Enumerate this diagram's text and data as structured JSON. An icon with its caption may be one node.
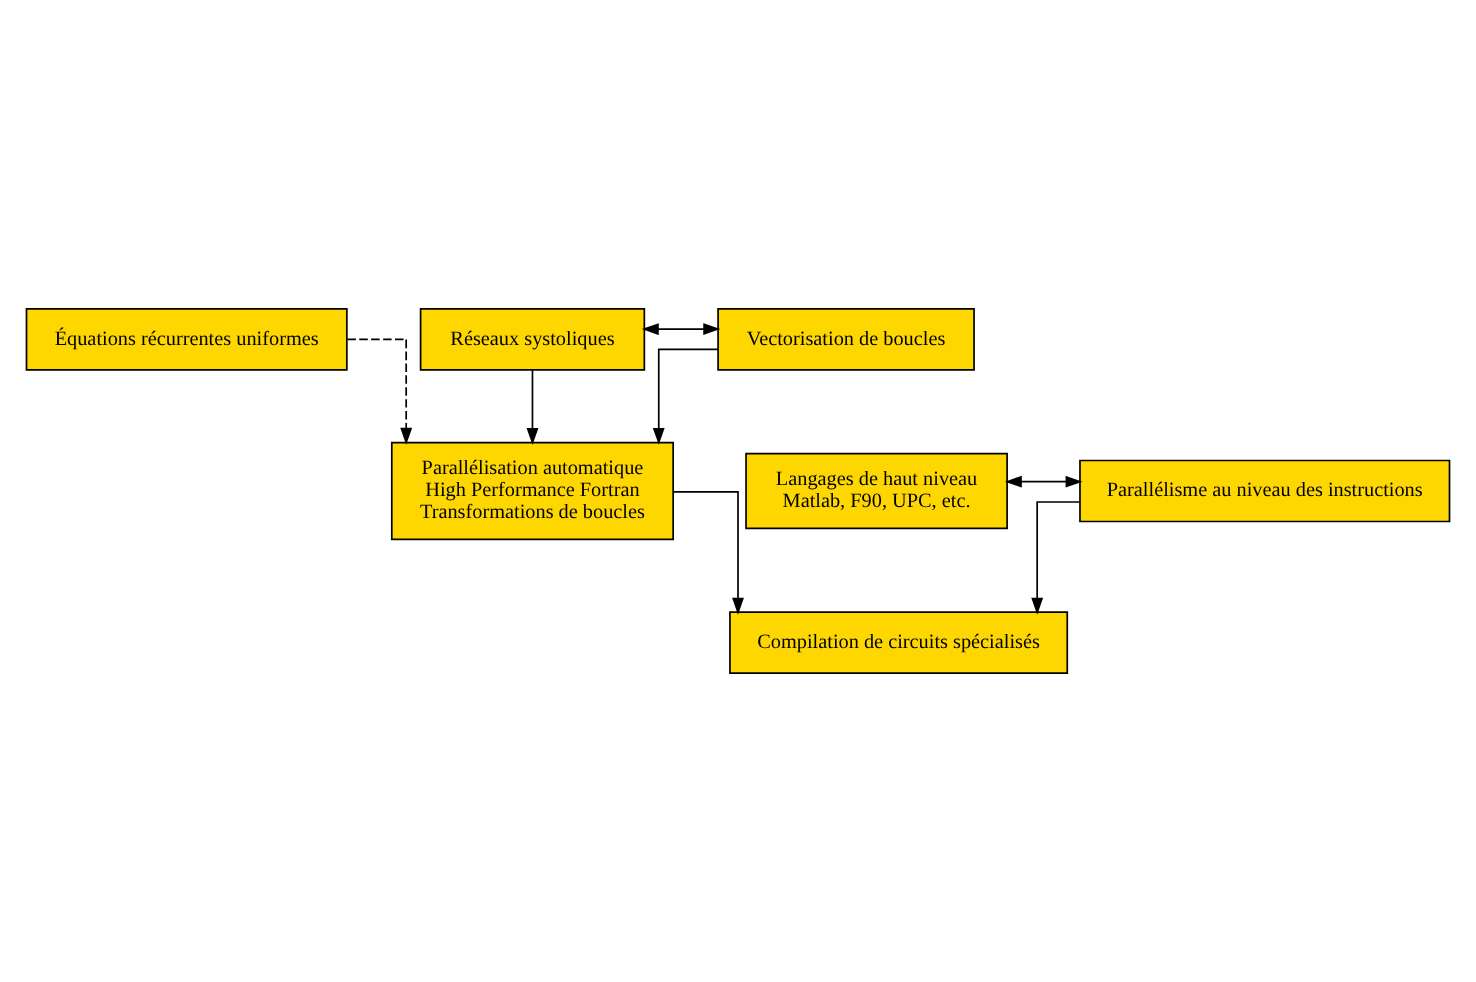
{
  "diagram": {
    "nodes": [
      {
        "text": [
          "Équations récurrentes uniformes"
        ]
      },
      {
        "text": [
          "Réseaux systoliques"
        ]
      },
      {
        "text": [
          "Vectorisation de boucles"
        ]
      },
      {
        "text": [
          "Parallélisation automatique",
          "High Performance Fortran",
          "Transformations de boucles"
        ]
      },
      {
        "text": [
          "Langages de haut niveau",
          "Matlab, F90, UPC, etc."
        ]
      },
      {
        "text": [
          "Parallélisme au niveau des instructions"
        ]
      },
      {
        "text": [
          "Compilation de circuits spécialisés"
        ]
      }
    ],
    "edges": [
      {
        "from": 1,
        "to": 2,
        "arrow": "both"
      },
      {
        "from": 0,
        "to": 3,
        "arrow": "to",
        "style": "dashed"
      },
      {
        "from": 1,
        "to": 3,
        "arrow": "to"
      },
      {
        "from": 2,
        "to": 3,
        "arrow": "to"
      },
      {
        "from": 4,
        "to": 5,
        "arrow": "both"
      },
      {
        "from": 3,
        "to": 6,
        "arrow": "to"
      },
      {
        "from": 5,
        "to": 6,
        "arrow": "to"
      }
    ]
  }
}
